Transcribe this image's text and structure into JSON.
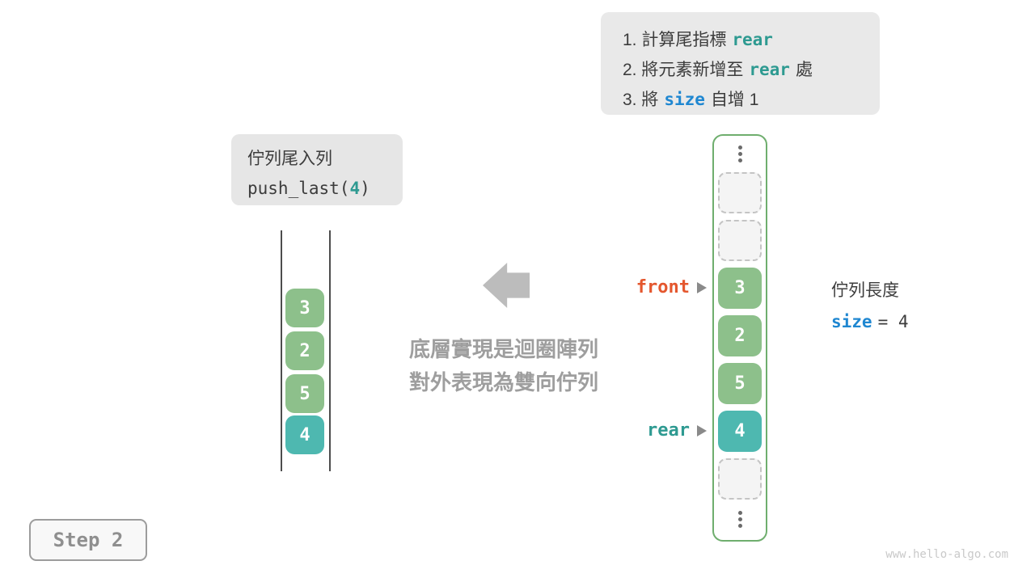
{
  "instructions": {
    "line1": {
      "pre": "1. 計算尾指標",
      "code": "rear"
    },
    "line2": {
      "pre": "2. 將元素新增至",
      "code": "rear",
      "post": "處"
    },
    "line3": {
      "pre": "3. 將",
      "code": "size",
      "post": "自增 1"
    }
  },
  "operation_box": {
    "title": "佇列尾入列",
    "code_pre": "push_last(",
    "code_arg": "4",
    "code_post": ")"
  },
  "abstract_queue": {
    "cells": [
      {
        "value": "3",
        "color": "green"
      },
      {
        "value": "2",
        "color": "green"
      },
      {
        "value": "5",
        "color": "green"
      },
      {
        "value": "4",
        "color": "teal"
      }
    ]
  },
  "caption": {
    "line1": "底層實現是迴圈陣列",
    "line2": "對外表現為雙向佇列"
  },
  "circular_array": {
    "cells": [
      {
        "value": "3",
        "color": "green"
      },
      {
        "value": "2",
        "color": "green"
      },
      {
        "value": "5",
        "color": "green"
      },
      {
        "value": "4",
        "color": "teal"
      }
    ],
    "empty_slots": 3,
    "front_label": "front",
    "rear_label": "rear"
  },
  "size_info": {
    "title": "佇列長度",
    "code": "size",
    "eq_value": "= 4"
  },
  "step_badge": {
    "label": "Step 2"
  },
  "watermark": {
    "text": "www.hello-algo.com"
  },
  "colors": {
    "cell_green": "#8dc08b",
    "cell_teal": "#4eb8b0",
    "code_teal": "#2e9a91",
    "code_blue": "#1f87d1",
    "code_orange": "#e4572e",
    "frame_green": "#6fae6e",
    "box_gray": "#e9e9e9",
    "caption_gray": "#9e9e9e"
  }
}
